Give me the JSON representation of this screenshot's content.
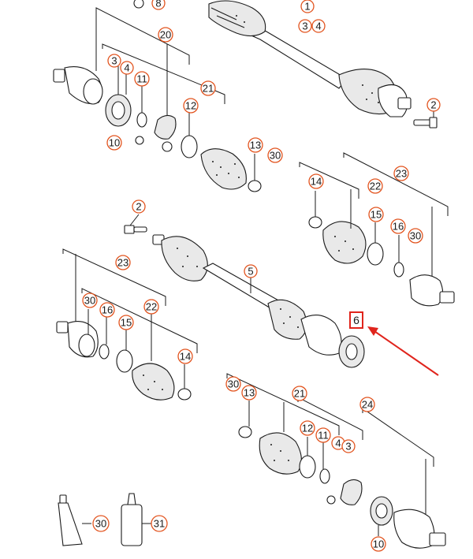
{
  "diagram": {
    "callouts": {
      "c1": "1",
      "c3a": "3",
      "c4a": "4",
      "c8": "8",
      "c20": "20",
      "c3b": "3",
      "c4b": "4",
      "c11a": "11",
      "c21a": "21",
      "c12a": "12",
      "c10a": "10",
      "c13a": "13",
      "c30a": "30",
      "c2a": "2",
      "c23a": "23",
      "c14a": "14",
      "c22a": "22",
      "c15a": "15",
      "c16a": "16",
      "c30b": "30",
      "c2b": "2",
      "c5": "5",
      "c6": "6",
      "c23b": "23",
      "c30c": "30",
      "c16b": "16",
      "c15b": "15",
      "c22b": "22",
      "c14b": "14",
      "c30d": "30",
      "c13b": "13",
      "c21b": "21",
      "c24": "24",
      "c12b": "12",
      "c11b": "11",
      "c4c": "4",
      "c3c": "3",
      "c10b": "10",
      "c30e": "30",
      "c31": "31"
    },
    "colors": {
      "callout_ring": "#e2541f",
      "highlight": "#e0241c",
      "arrow": "#e0241c",
      "ink": "#1a1a1a"
    }
  }
}
